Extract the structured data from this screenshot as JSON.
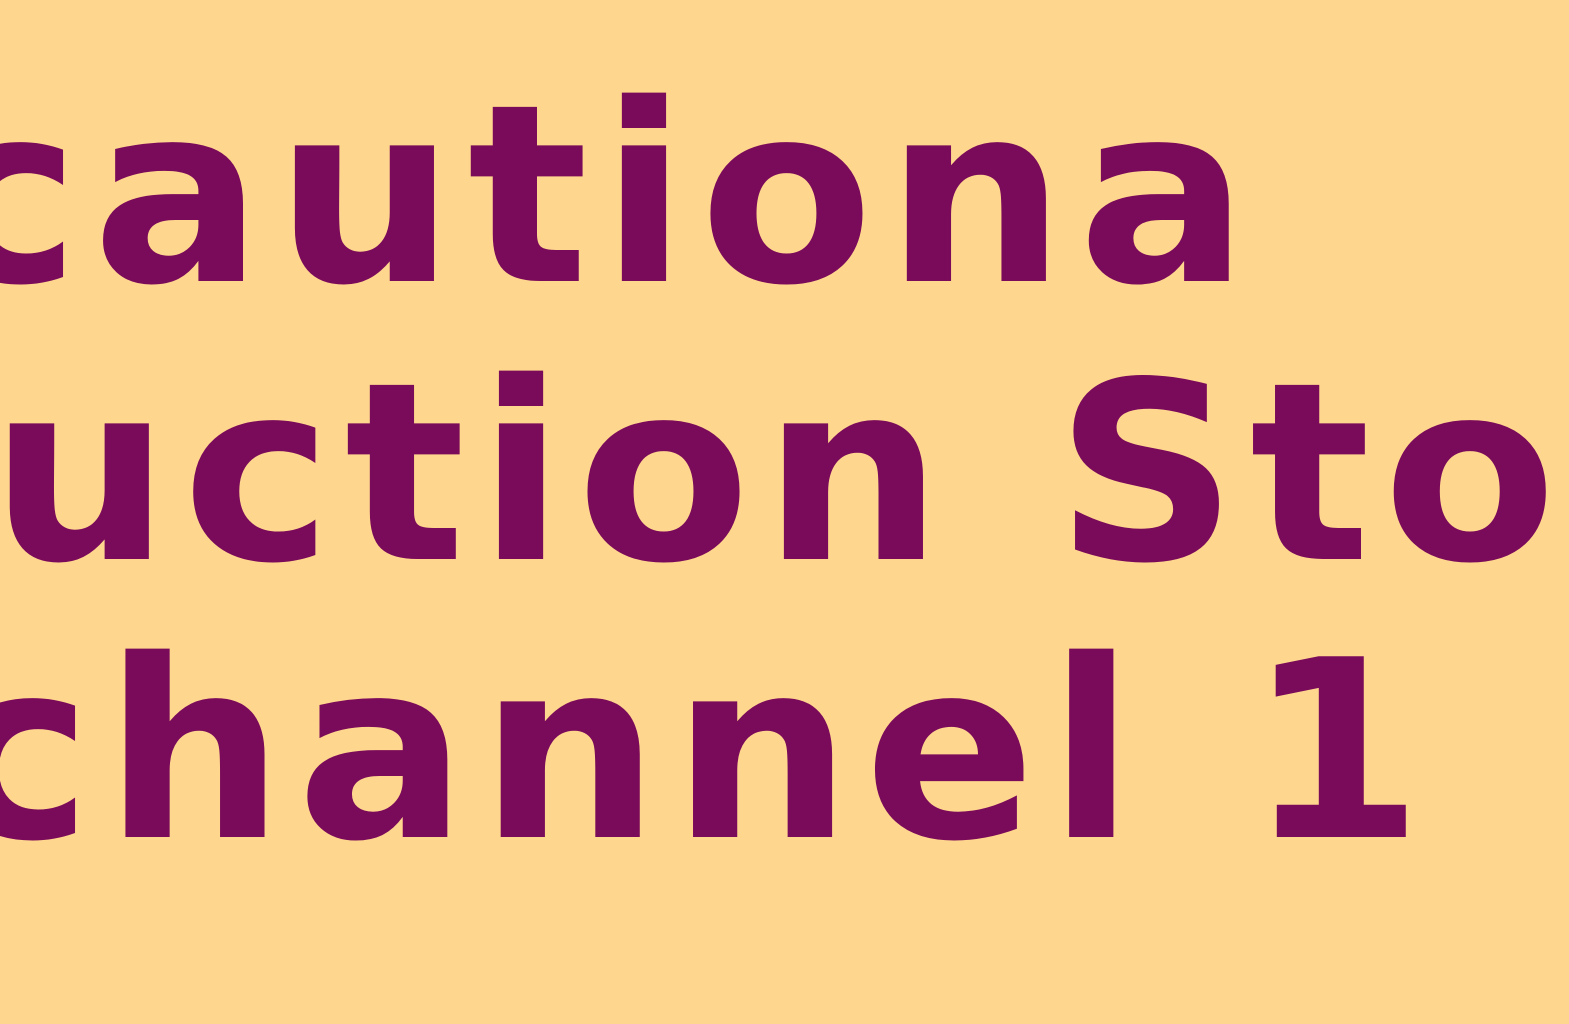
{
  "text": {
    "line1": "cautiona",
    "line2": "uction Sto",
    "line3": "channel 1"
  },
  "colors": {
    "background": "#FFD68E",
    "text": "#7A0A5A"
  }
}
